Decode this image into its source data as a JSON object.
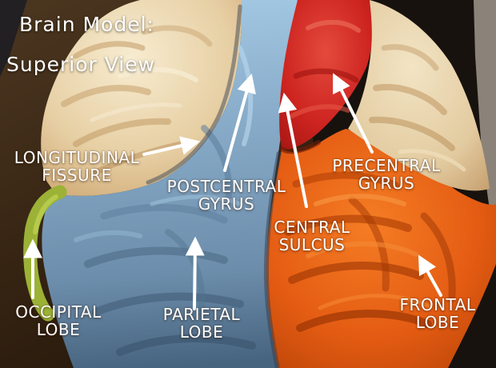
{
  "title": {
    "line1": "Brain Model:",
    "line2": "Superior View"
  },
  "labels": {
    "longitudinal_fissure": {
      "line1": "LONGITUDINAL",
      "line2": "FISSURE"
    },
    "postcentral_gyrus": {
      "line1": "POSTCENTRAL",
      "line2": "GYRUS"
    },
    "central_sulcus": {
      "line1": "CENTRAL",
      "line2": "SULCUS"
    },
    "precentral_gyrus": {
      "line1": "PRECENTRAL",
      "line2": "GYRUS"
    },
    "occipital_lobe": {
      "line1": "OCCIPITAL",
      "line2": "LOBE"
    },
    "parietal_lobe": {
      "line1": "PARIETAL",
      "line2": "LOBE"
    },
    "frontal_lobe": {
      "line1": "FRONTAL",
      "line2": "LOBE"
    }
  },
  "colors": {
    "annotation_white": "#ffffff",
    "unpainted_cream": "#e9d6b0",
    "parietal_blue": "#7e9fbb",
    "postcentral_blue": "#9cc2e0",
    "precentral_red": "#cd2420",
    "frontal_orange": "#e45c13",
    "occipital_green": "#9cb236",
    "background_brown": "#3a2917",
    "background_black": "#17120e"
  }
}
